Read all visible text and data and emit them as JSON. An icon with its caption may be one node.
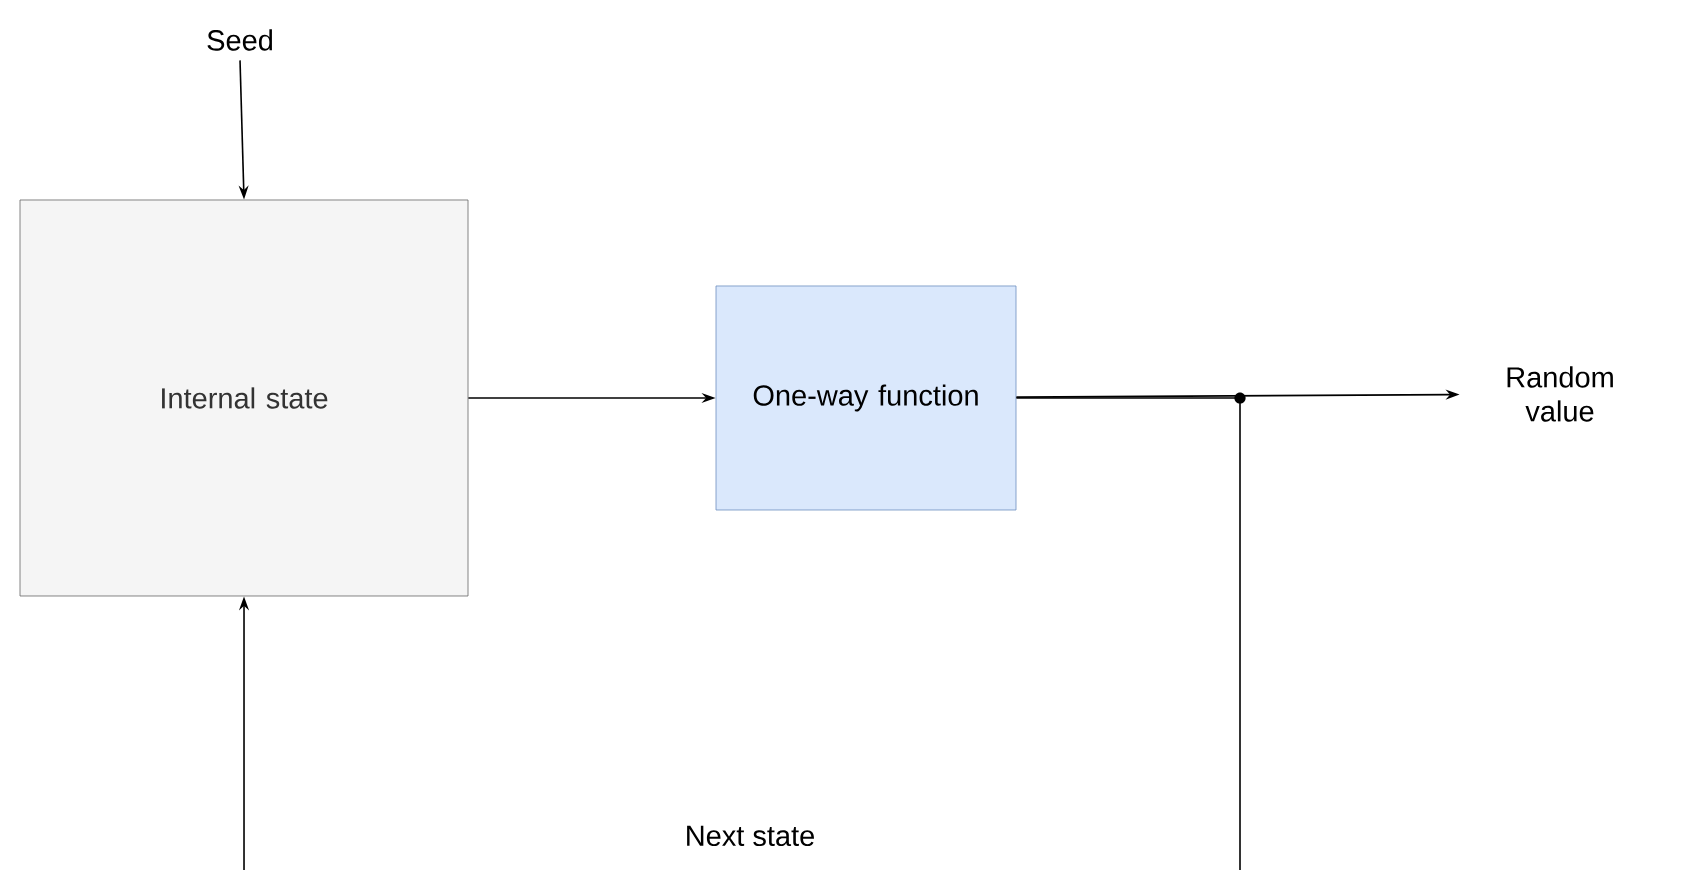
{
  "diagram": {
    "nodes": [
      {
        "text": [
          "Seed"
        ]
      },
      {
        "text": [
          "Internal state"
        ]
      },
      {
        "text": [
          "One-way function"
        ]
      },
      {
        "text": [
          "Random value"
        ]
      }
    ],
    "edges": [
      {
        "from": 0,
        "to": 1,
        "arrow": "to"
      },
      {
        "from": 1,
        "to": 2,
        "arrow": "to"
      },
      {
        "from": 2,
        "to": 3,
        "arrow": "to"
      },
      {
        "from": 2,
        "to": 1,
        "arrow": "to",
        "label": "Next state"
      }
    ]
  }
}
